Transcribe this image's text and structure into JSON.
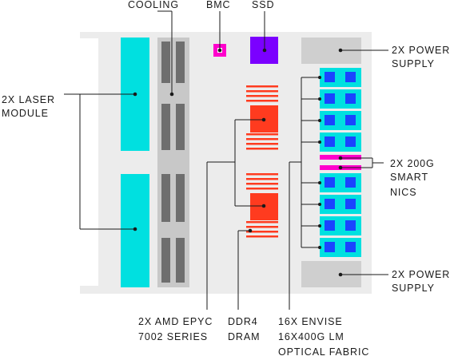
{
  "labels": {
    "cooling": "COOLING",
    "bmc": "BMC",
    "ssd": "SSD",
    "power_top": [
      "2X POWER",
      "SUPPLY"
    ],
    "laser": [
      "2X LASER",
      "MODULE"
    ],
    "nics": [
      "2X 200G",
      "SMART",
      "NICS"
    ],
    "power_bottom": [
      "2X POWER",
      "SUPPLY"
    ],
    "cpu": [
      "2X AMD EPYC",
      "7002 SERIES"
    ],
    "dram": [
      "DDR4",
      "DRAM"
    ],
    "fabric": [
      "16X ENVISE",
      "16X400G LM",
      "OPTICAL FABRIC"
    ]
  },
  "colors": {
    "chassis": "#ececec",
    "laser": "#00e0e0",
    "cooling_bg": "#c8c8c8",
    "fin": "#6e6e6e",
    "bmc": "#ff00cc",
    "ssd": "#7b00ff",
    "power": "#cfcfcf",
    "cpu": "#ff3b1f",
    "fabric_card": "#00e0e0",
    "fabric_chip": "#1a44ff",
    "nic": "#ff00cc",
    "line": "#1a1a1a"
  }
}
